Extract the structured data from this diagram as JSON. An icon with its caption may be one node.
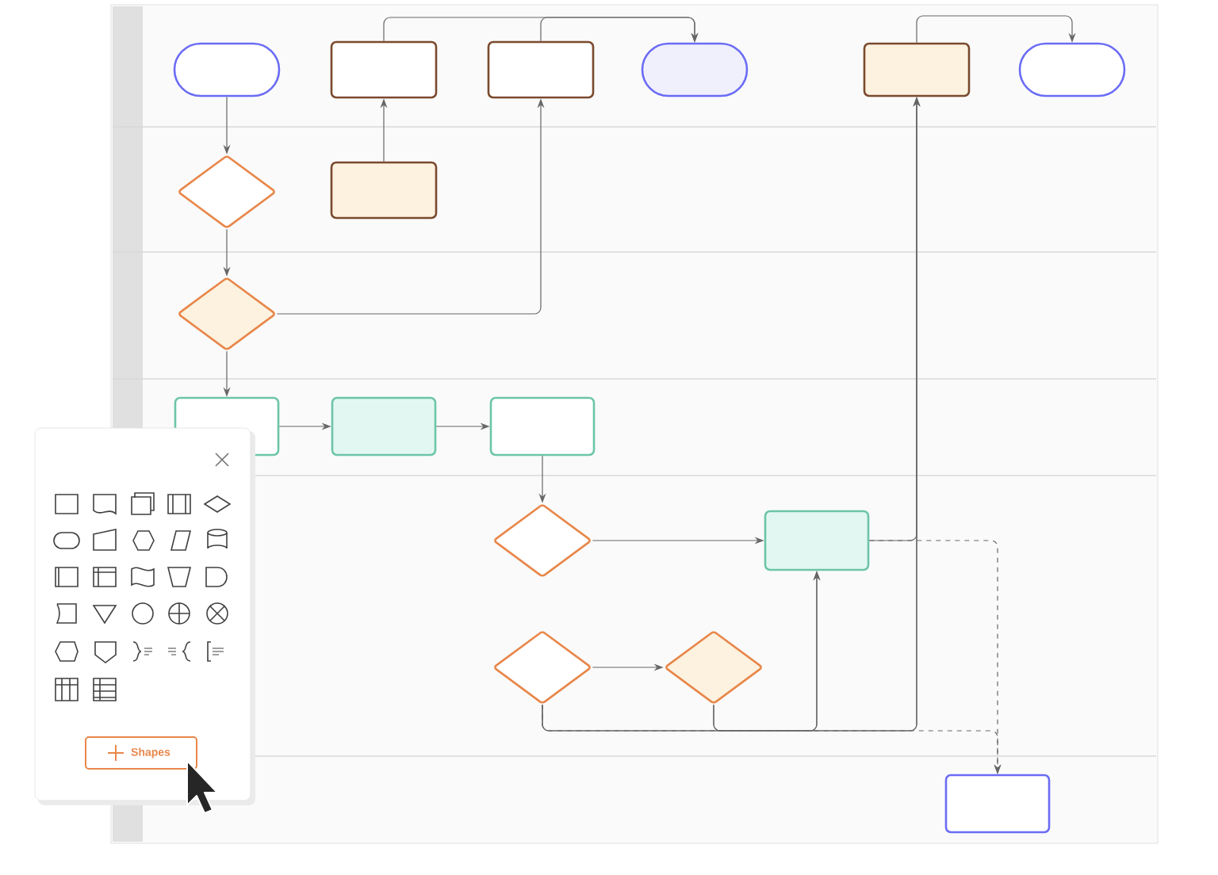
{
  "diagram": {
    "nodes": [
      {
        "text": [],
        "shape": "pill"
      },
      {
        "text": [],
        "shape": "box"
      },
      {
        "text": [],
        "shape": "box"
      },
      {
        "text": [],
        "shape": "pill"
      },
      {
        "text": [],
        "shape": "box"
      },
      {
        "text": [],
        "shape": "pill"
      },
      {
        "text": [],
        "shape": "diamond"
      },
      {
        "text": [],
        "shape": "box"
      },
      {
        "text": [],
        "shape": "diamond"
      },
      {
        "text": [],
        "shape": "box"
      },
      {
        "text": [],
        "shape": "box"
      },
      {
        "text": [],
        "shape": "box"
      },
      {
        "text": [],
        "shape": "diamond"
      },
      {
        "text": [],
        "shape": "box"
      },
      {
        "text": [],
        "shape": "diamond"
      },
      {
        "text": [],
        "shape": "diamond"
      },
      {
        "text": [],
        "shape": "box"
      }
    ],
    "edges": [
      {
        "from": 0,
        "to": 6,
        "arrow": "to"
      },
      {
        "from": 6,
        "to": 8,
        "arrow": "to"
      },
      {
        "from": 8,
        "to": 9,
        "arrow": "to"
      },
      {
        "from": 9,
        "to": 10,
        "arrow": "to"
      },
      {
        "from": 10,
        "to": 11,
        "arrow": "to"
      },
      {
        "from": 11,
        "to": 12,
        "arrow": "to"
      },
      {
        "from": 12,
        "to": 13,
        "arrow": "to"
      },
      {
        "from": 14,
        "to": 15,
        "arrow": "to"
      },
      {
        "from": 7,
        "to": 1,
        "arrow": "to"
      },
      {
        "from": 8,
        "to": 2,
        "arrow": "to"
      },
      {
        "from": 1,
        "to": 3,
        "arrow": "to"
      },
      {
        "from": 2,
        "to": 3,
        "arrow": "to"
      },
      {
        "from": 13,
        "to": 4,
        "arrow": "to"
      },
      {
        "from": 4,
        "to": 5,
        "arrow": "to"
      },
      {
        "from": 14,
        "to": 13,
        "arrow": "to"
      },
      {
        "from": 15,
        "to": 13,
        "arrow": "to"
      },
      {
        "from": 14,
        "to": 4,
        "arrow": "to"
      },
      {
        "from": 15,
        "to": 4,
        "arrow": "to"
      },
      {
        "from": 13,
        "to": 16,
        "arrow": "to",
        "style": "dashed"
      },
      {
        "from": 14,
        "to": 16,
        "arrow": "to",
        "style": "dashed"
      }
    ],
    "labels": [
      "Shapes"
    ]
  }
}
